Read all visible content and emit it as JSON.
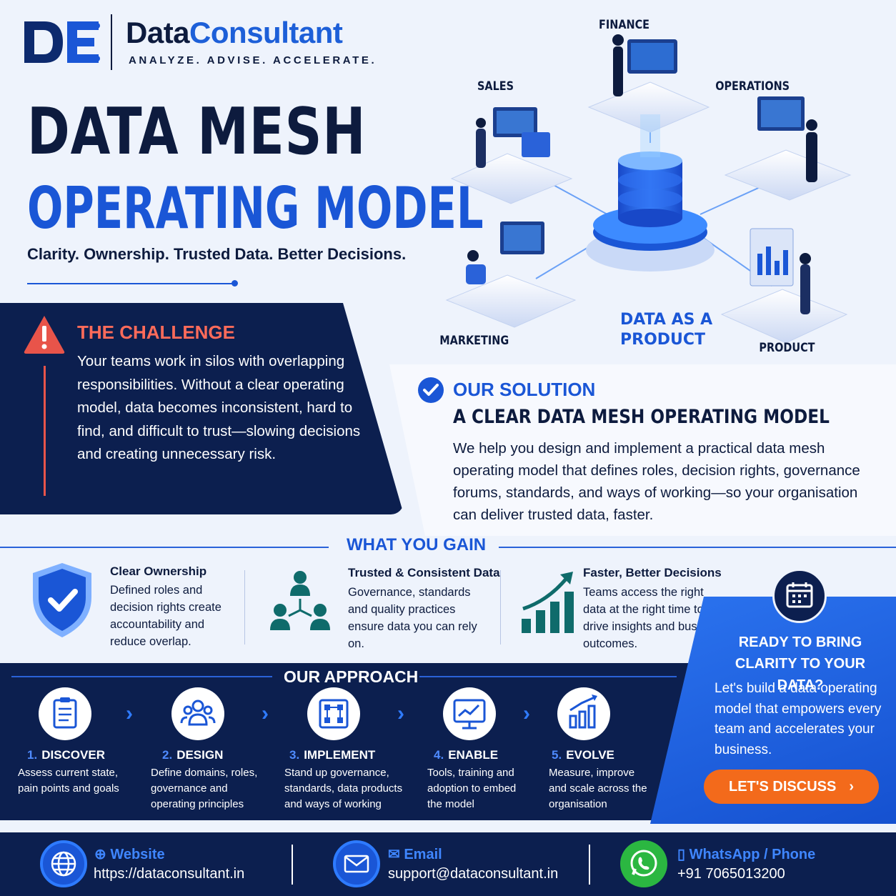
{
  "brand": {
    "name_part1": "Data",
    "name_part2": "Consultant",
    "tagline": "ANALYZE. ADVISE. ACCELERATE."
  },
  "hero": {
    "title_line1": "DATA MESH",
    "title_line2": "OPERATING MODEL",
    "subtitle": "Clarity. Ownership. Trusted Data. Better Decisions."
  },
  "illustration": {
    "labels": [
      "FINANCE",
      "SALES",
      "OPERATIONS",
      "MARKETING",
      "PRODUCT"
    ],
    "center_label_line1": "DATA AS A",
    "center_label_line2": "PRODUCT"
  },
  "challenge": {
    "title": "THE CHALLENGE",
    "text": "Your teams work in silos with overlapping responsibilities. Without a clear operating model, data becomes inconsistent, hard to find, and difficult to trust—slowing decisions and creating unnecessary risk."
  },
  "solution": {
    "title": "OUR SOLUTION",
    "subtitle": "A CLEAR DATA MESH OPERATING MODEL",
    "text": "We help you design and implement a practical data mesh operating model that defines roles, decision rights, governance forums, standards, and ways of working—so your organisation can deliver trusted data, faster."
  },
  "gains": {
    "title": "WHAT YOU GAIN",
    "items": [
      {
        "title": "Clear Ownership",
        "desc": "Defined roles and decision rights create accountability and reduce overlap.",
        "icon": "shield-check-icon"
      },
      {
        "title": "Trusted & Consistent Data",
        "desc": "Governance, standards and quality practices ensure data you can rely on.",
        "icon": "team-network-icon"
      },
      {
        "title": "Faster, Better Decisions",
        "desc": "Teams access the right data at the right time to drive insights and business outcomes.",
        "icon": "growth-chart-icon"
      }
    ]
  },
  "approach": {
    "title": "OUR APPROACH",
    "steps": [
      {
        "num": "1.",
        "title": "DISCOVER",
        "desc": "Assess current state, pain points and goals",
        "icon": "clipboard-icon"
      },
      {
        "num": "2.",
        "title": "DESIGN",
        "desc": "Define domains, roles, governance and operating principles",
        "icon": "people-icon"
      },
      {
        "num": "3.",
        "title": "IMPLEMENT",
        "desc": "Stand up governance, standards, data products and ways of working",
        "icon": "workflow-icon"
      },
      {
        "num": "4.",
        "title": "ENABLE",
        "desc": "Tools, training and adoption to embed the model",
        "icon": "monitor-chart-icon"
      },
      {
        "num": "5.",
        "title": "EVOLVE",
        "desc": "Measure, improve and scale across the organisation",
        "icon": "bar-growth-icon"
      }
    ]
  },
  "cta": {
    "title": "READY TO BRING CLARITY TO YOUR DATA?",
    "text": "Let's build a data operating model that empowers every team and accelerates your business.",
    "button": "LET'S DISCUSS",
    "icon": "calendar-icon"
  },
  "footer": {
    "website_label": "Website",
    "website": "https://dataconsultant.in",
    "email_label": "Email",
    "email": "support@dataconsultant.in",
    "phone_label": "WhatsApp / Phone",
    "phone": "+91 7065013200"
  },
  "colors": {
    "navy": "#0c1f4f",
    "blue": "#1a56d6",
    "accent_red": "#ff6b5a",
    "orange": "#f36a1b",
    "teal": "#0f6b6b"
  }
}
